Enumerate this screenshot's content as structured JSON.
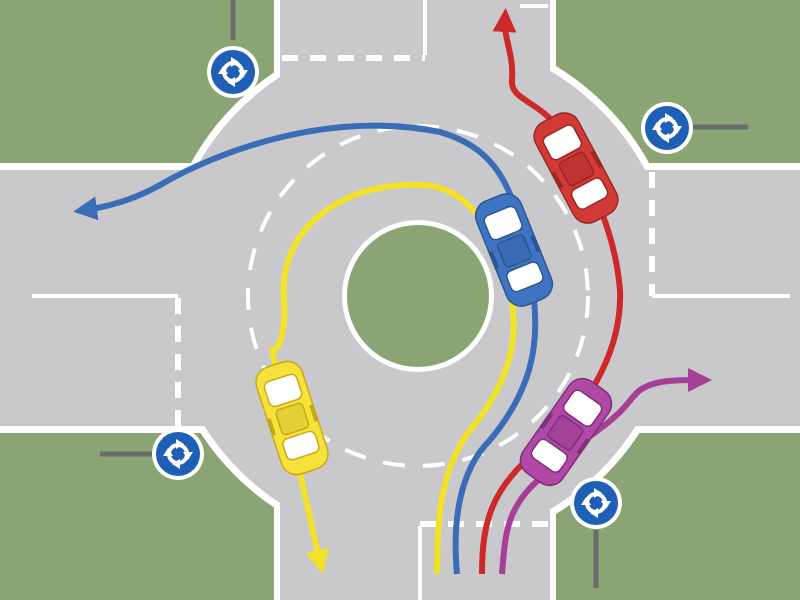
{
  "scene": {
    "type": "roundabout-intersection-diagram",
    "colors": {
      "grass": "#8aa573",
      "road": "#c9c9cb",
      "edge_line": "#ffffff",
      "central_island": "#8aa573",
      "blue_path": "#3a6cb7",
      "yellow_path": "#f2e22a",
      "red_path": "#cc2a2a",
      "purple_path": "#a63e98",
      "sign_blue": "#1f5fb5"
    },
    "vehicles": [
      {
        "name": "yellow-car",
        "color": "#f6e23a"
      },
      {
        "name": "blue-car",
        "color": "#3f74c4"
      },
      {
        "name": "red-car",
        "color": "#d23a36"
      },
      {
        "name": "purple-car",
        "color": "#b048a6"
      }
    ],
    "signs": [
      {
        "name": "roundabout-sign-top-left",
        "icon": "roundabout-arrows-icon"
      },
      {
        "name": "roundabout-sign-top-right",
        "icon": "roundabout-arrows-icon"
      },
      {
        "name": "roundabout-sign-bottom-left",
        "icon": "roundabout-arrows-icon"
      },
      {
        "name": "roundabout-sign-bottom-right",
        "icon": "roundabout-arrows-icon"
      }
    ]
  }
}
